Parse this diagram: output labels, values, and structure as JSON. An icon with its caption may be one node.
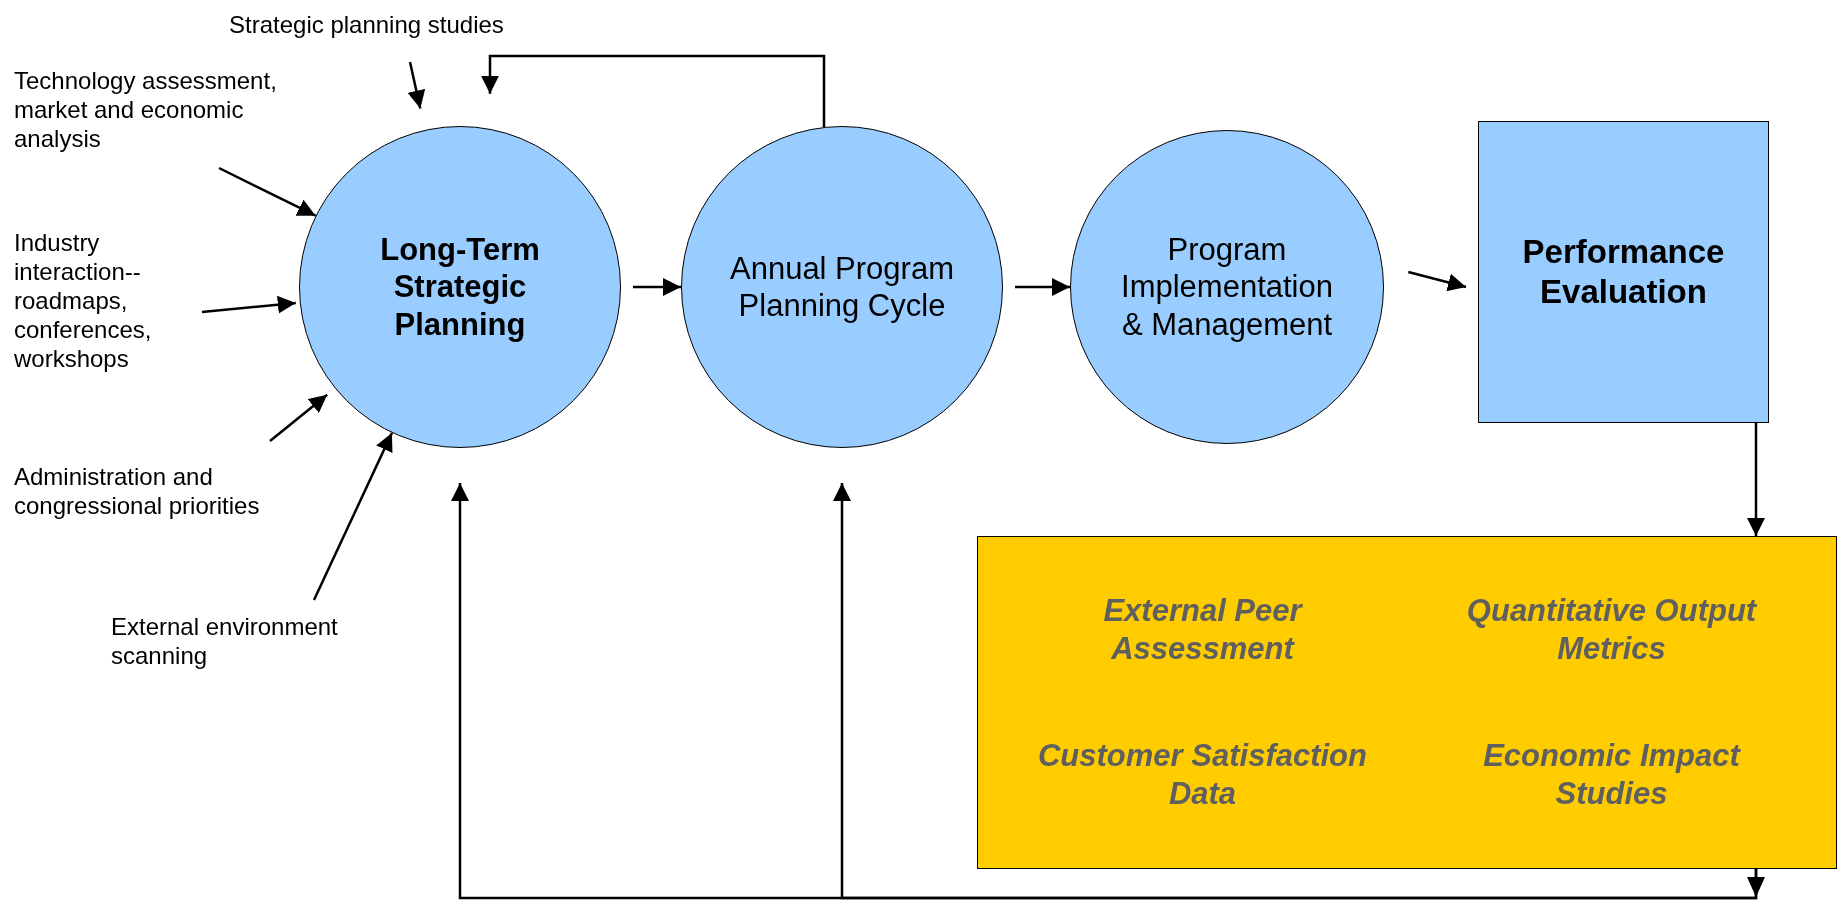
{
  "diagram": {
    "nodes": [
      {
        "text": [
          "Strategic planning studies"
        ]
      },
      {
        "text": [
          "Technology assessment, market and economic analysis"
        ]
      },
      {
        "text": [
          "Industry interaction-- roadmaps, conferences, workshops"
        ]
      },
      {
        "text": [
          "Administration and congressional priorities"
        ]
      },
      {
        "text": [
          "External environment scanning"
        ]
      },
      {
        "text": [
          "Long-Term Strategic Planning"
        ]
      },
      {
        "text": [
          "Annual Program Planning Cycle"
        ]
      },
      {
        "text": [
          "Program Implementation & Management"
        ]
      },
      {
        "text": [
          "Performance Evaluation"
        ]
      },
      {
        "text": [
          "External Peer Assessment",
          "Quantitative Output Metrics",
          "Customer Satisfaction Data",
          "Economic Impact Studies"
        ]
      }
    ],
    "edges": [
      {
        "from": 0,
        "to": 5,
        "arrow": "to"
      },
      {
        "from": 1,
        "to": 5,
        "arrow": "to"
      },
      {
        "from": 2,
        "to": 5,
        "arrow": "to"
      },
      {
        "from": 3,
        "to": 5,
        "arrow": "to"
      },
      {
        "from": 4,
        "to": 5,
        "arrow": "to"
      },
      {
        "from": 5,
        "to": 6,
        "arrow": "to"
      },
      {
        "from": 6,
        "to": 7,
        "arrow": "to"
      },
      {
        "from": 7,
        "to": 8,
        "arrow": "to"
      },
      {
        "from": 6,
        "to": 5,
        "arrow": "to"
      },
      {
        "from": 8,
        "to": 9,
        "arrow": "to"
      },
      {
        "from": 9,
        "to": 5,
        "arrow": "to"
      },
      {
        "from": 9,
        "to": 6,
        "arrow": "to"
      }
    ]
  }
}
